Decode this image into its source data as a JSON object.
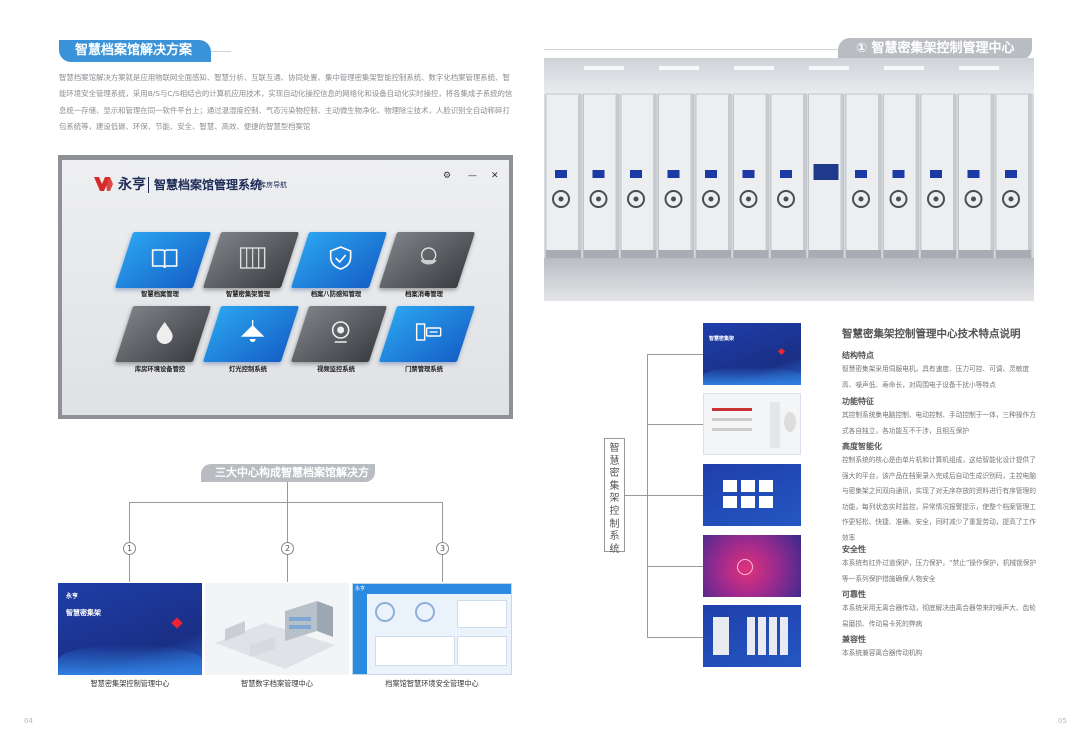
{
  "left": {
    "section_title": "智慧档案馆解决方案",
    "intro": "智慧档案馆解决方案就是应用物联网全面感知、智慧分析、互联互通、协同处置、集中管理密集架智能控制系统、数字化档案管理系统、智能环境安全管理系统，采用B/S与C/S相结合的计算机应用技术，实现自动化操控信息的网络化和设备自动化实时操控，将各集成子系统的信息统一存储、显示和管理在同一软件平台上；通过温湿度控制、气态污染物控制、主动微生物净化、物理除尘技术，人脸识别全自动称碎打包系统等，建设低碳、环保、节能、安全、智慧、高效、便捷的智慧型档案馆",
    "window": {
      "brand": "永亨",
      "system_title": "智慧档案馆管理系统",
      "nav_tag": "> 库房导航",
      "settings_glyph": "⚙",
      "min_glyph": "—",
      "close_glyph": "✕",
      "tiles": [
        {
          "label": "智慧档案管理",
          "style": "blue",
          "icon": "book-icon"
        },
        {
          "label": "智慧密集架管理",
          "style": "gray",
          "icon": "shelving-icon"
        },
        {
          "label": "档案八防感知管理",
          "style": "blue",
          "icon": "shield-icon"
        },
        {
          "label": "档案消毒管理",
          "style": "gray",
          "icon": "mask-icon"
        },
        {
          "label": "库房环境设备管控",
          "style": "gray",
          "icon": "droplet-icon"
        },
        {
          "label": "灯光控制系统",
          "style": "blue",
          "icon": "lamp-icon"
        },
        {
          "label": "视频监控系统",
          "style": "gray",
          "icon": "camera-icon"
        },
        {
          "label": "门禁管理系统",
          "style": "blue",
          "icon": "access-card-icon"
        }
      ]
    },
    "three_centers": {
      "title": "三大中心构成智慧档案馆解决方案",
      "items": [
        {
          "num": "1",
          "caption": "智慧密集架控制管理中心"
        },
        {
          "num": "2",
          "caption": "智慧数字档案管理中心"
        },
        {
          "num": "3",
          "caption": "档案馆智慧环境安全管理中心"
        }
      ],
      "thumb1_title": "智慧密集架",
      "thumb_brand": "永亨"
    },
    "page_number": "04"
  },
  "right": {
    "section_title": "① 智慧密集架控制管理中心",
    "features_title": "智慧密集架控制管理中心技术特点说明",
    "vertical_label": "智慧密集架控制系统",
    "features": [
      {
        "heading": "结构特点",
        "text": "智慧密集架采用伺服电机，具有速度、压力可控、可调、灵敏度高、噪声低、寿命长，对周围电子设备干扰小等特点"
      },
      {
        "heading": "功能特征",
        "text": "其控制系统集电脑控制、电动控制、手动控制于一体，三种操作方式各自独立，各功能互不干涉，且相互保护"
      },
      {
        "heading": "高度智能化",
        "text": "控制系统的核心是由单片机和计算机组成，这给智能化设计提供了强大的平台，该产品在档案录入完成后自动生成识别码，主控电脑与密集架之间双向通讯，实现了对无序存放的资料进行有序管理的功能，每列状态实时监控，异常情况报警提示，使整个档案管理工作更轻松、快捷、准确、安全，同时减少了重复劳动，提高了工作效率"
      },
      {
        "heading": "安全性",
        "text": "本系统有红外过道保护，压力保护，“禁止”操作保护，机械锁保护等一系列保护措施确保人物安全"
      },
      {
        "heading": "可靠性",
        "text": "本系统采用无离合器传动，彻底解决由离合器带来的噪声大、齿轮易磨损、传动易卡死的弊病"
      },
      {
        "heading": "兼容性",
        "text": "本系统兼容离合器传动机构"
      }
    ],
    "shot1_title": "智慧密集架",
    "page_number": "05"
  },
  "colors": {
    "accent_blue": "#3a93d8",
    "pill_gray": "#b9bcc1",
    "screen_navy": "#1c3b9c"
  }
}
